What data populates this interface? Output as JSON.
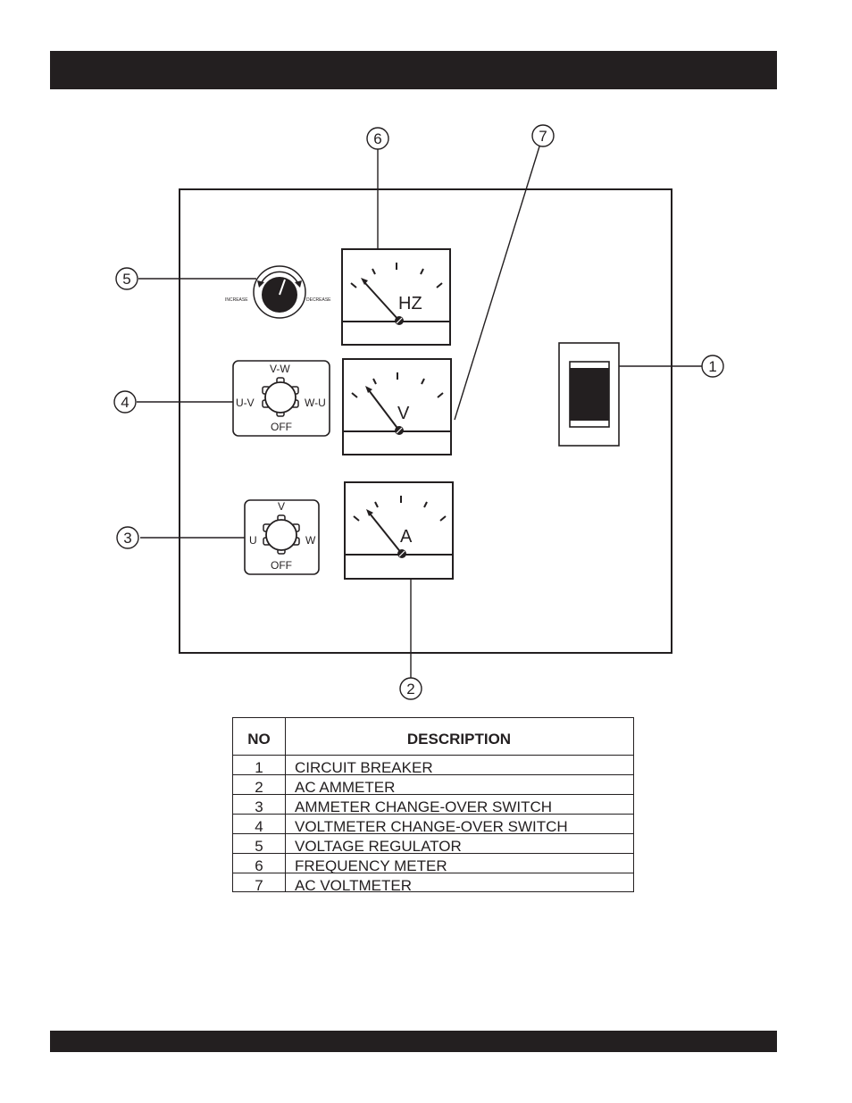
{
  "callouts": [
    "1",
    "2",
    "3",
    "4",
    "5",
    "6",
    "7"
  ],
  "regulator": {
    "increase_label": "INCREASE",
    "decrease_label": "DECREASE"
  },
  "meters": {
    "frequency_label": "HZ",
    "voltmeter_label": "V",
    "ammeter_label": "A"
  },
  "voltmeter_switch": {
    "top": "V-W",
    "left": "U-V",
    "right": "W-U",
    "bottom": "OFF"
  },
  "ammeter_switch": {
    "top": "V",
    "left": "U",
    "right": "W",
    "bottom": "OFF"
  },
  "table": {
    "header_no": "NO",
    "header_desc": "DESCRIPTION",
    "rows": [
      {
        "no": "1",
        "desc": "CIRCUIT BREAKER"
      },
      {
        "no": "2",
        "desc": "AC AMMETER"
      },
      {
        "no": "3",
        "desc": "AMMETER CHANGE-OVER SWITCH"
      },
      {
        "no": "4",
        "desc": "VOLTMETER CHANGE-OVER SWITCH"
      },
      {
        "no": "5",
        "desc": "VOLTAGE REGULATOR"
      },
      {
        "no": "6",
        "desc": "FREQUENCY METER"
      },
      {
        "no": "7",
        "desc": "AC VOLTMETER"
      }
    ]
  },
  "colors": {
    "ink": "#231f20",
    "background": "#ffffff"
  }
}
